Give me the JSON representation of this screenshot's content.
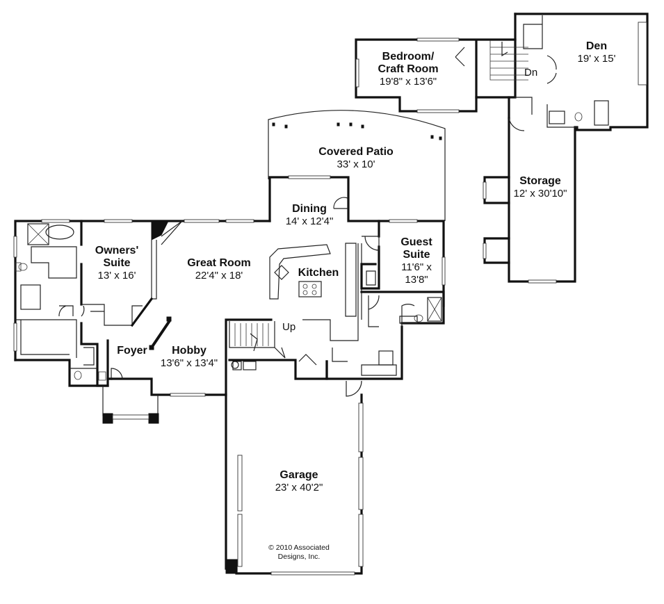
{
  "rooms": {
    "den": {
      "name": "Den",
      "dims": "19' x 15'"
    },
    "bedroom": {
      "name": "Bedroom/ Craft Room",
      "name_line1": "Bedroom/",
      "name_line2": "Craft Room",
      "dims": "19'8\" x 13'6\""
    },
    "storage": {
      "name": "Storage",
      "dims": "12' x 30'10\""
    },
    "covered_patio": {
      "name": "Covered Patio",
      "dims": "33' x 10'"
    },
    "dining": {
      "name": "Dining",
      "dims": "14' x 12'4\""
    },
    "guest_suite": {
      "name": "Guest Suite",
      "name_line1": "Guest",
      "name_line2": "Suite",
      "dims": "11'6\" x 13'8\"",
      "dims_line1": "11'6\" x",
      "dims_line2": "13'8\""
    },
    "owners_suite": {
      "name": "Owners' Suite",
      "name_line1": "Owners'",
      "name_line2": "Suite",
      "dims": "13' x 16'"
    },
    "great_room": {
      "name": "Great Room",
      "dims": "22'4\" x 18'"
    },
    "kitchen": {
      "name": "Kitchen"
    },
    "foyer": {
      "name": "Foyer"
    },
    "hobby": {
      "name": "Hobby",
      "dims": "13'6\" x 13'4\""
    },
    "garage": {
      "name": "Garage",
      "dims": "23' x 40'2\""
    }
  },
  "stairs": {
    "up": "Up",
    "down": "Dn"
  },
  "copyright": {
    "line1": "© 2010 Associated",
    "line2": "Designs, Inc."
  }
}
